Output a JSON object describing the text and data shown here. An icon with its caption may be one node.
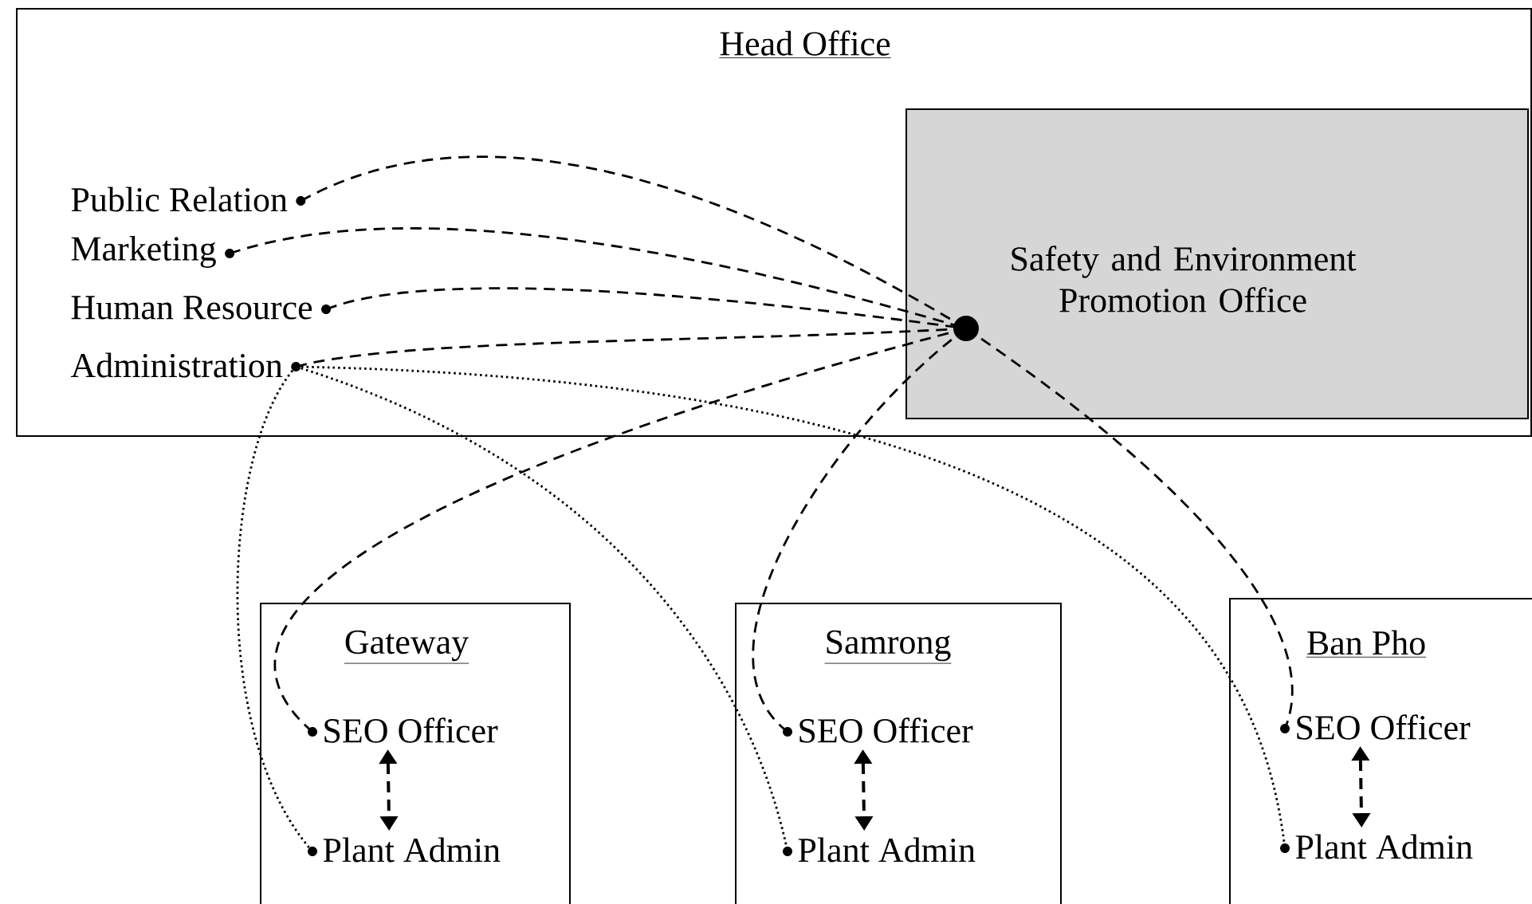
{
  "diagram": {
    "nodes": [
      {
        "text": [
          "Head Office"
        ]
      },
      {
        "text": [
          "Safety and Environment Promotion Office"
        ],
        "in": 0
      },
      {
        "text": [
          "Public Relation"
        ],
        "in": 0
      },
      {
        "text": [
          "Marketing"
        ],
        "in": 0
      },
      {
        "text": [
          "Human Resource"
        ],
        "in": 0
      },
      {
        "text": [
          "Administration"
        ],
        "in": 0
      },
      {
        "text": [
          "Gateway"
        ]
      },
      {
        "text": [
          "SEO Officer"
        ],
        "in": 6
      },
      {
        "text": [
          "Plant Admin"
        ],
        "in": 6
      },
      {
        "text": [
          "Samrong"
        ]
      },
      {
        "text": [
          "SEO Officer"
        ],
        "in": 9
      },
      {
        "text": [
          "Plant Admin"
        ],
        "in": 9
      },
      {
        "text": [
          "Ban Pho"
        ]
      },
      {
        "text": [
          "SEO Officer"
        ],
        "in": 12
      },
      {
        "text": [
          "Plant Admin"
        ],
        "in": 12
      }
    ],
    "edges": [
      {
        "from": 2,
        "to": 1,
        "arrow": "none",
        "style": "dashed"
      },
      {
        "from": 3,
        "to": 1,
        "arrow": "none",
        "style": "dashed"
      },
      {
        "from": 4,
        "to": 1,
        "arrow": "none",
        "style": "dashed"
      },
      {
        "from": 5,
        "to": 1,
        "arrow": "none",
        "style": "dashed"
      },
      {
        "from": 1,
        "to": 7,
        "arrow": "none",
        "style": "dashed"
      },
      {
        "from": 1,
        "to": 10,
        "arrow": "none",
        "style": "dashed"
      },
      {
        "from": 1,
        "to": 13,
        "arrow": "none",
        "style": "dashed"
      },
      {
        "from": 5,
        "to": 8,
        "arrow": "none"
      },
      {
        "from": 5,
        "to": 11,
        "arrow": "none"
      },
      {
        "from": 5,
        "to": 14,
        "arrow": "none"
      },
      {
        "from": 7,
        "to": 8,
        "arrow": "both",
        "style": "dashed"
      },
      {
        "from": 10,
        "to": 11,
        "arrow": "both",
        "style": "dashed"
      },
      {
        "from": 13,
        "to": 14,
        "arrow": "both",
        "style": "dashed"
      }
    ]
  }
}
